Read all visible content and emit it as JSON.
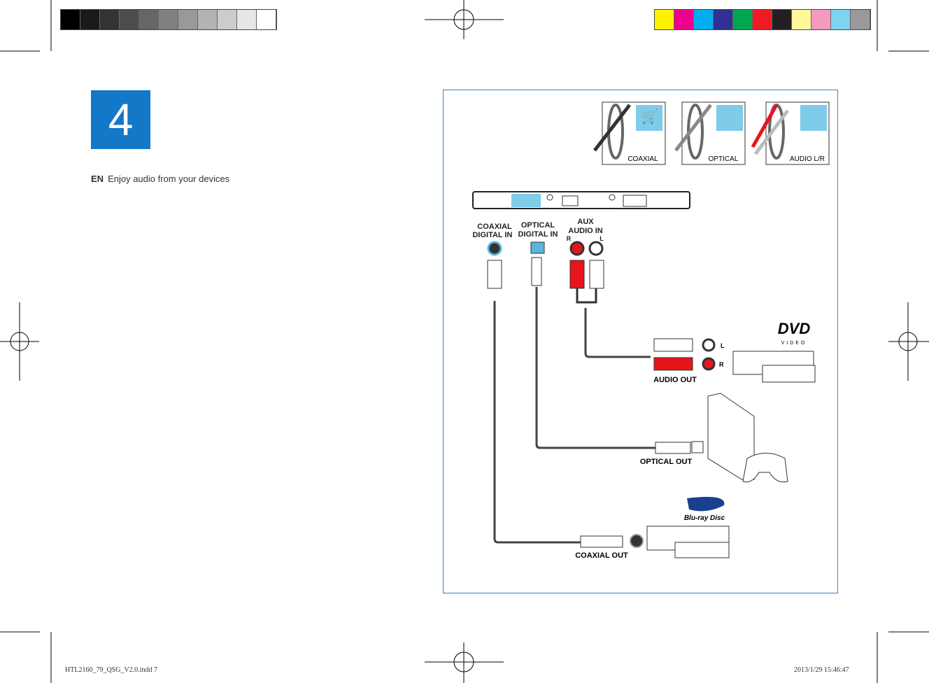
{
  "color_bars": {
    "grayscale": [
      "#000000",
      "#1a1a1a",
      "#333333",
      "#4d4d4d",
      "#666666",
      "#808080",
      "#999999",
      "#b3b3b3",
      "#cccccc",
      "#e6e6e6",
      "#ffffff"
    ],
    "process": [
      "#fff200",
      "#ec008c",
      "#00aeef",
      "#2e3192",
      "#00a651",
      "#ed1c24",
      "#231f20",
      "#fff799",
      "#f49ac1",
      "#7dd3f0",
      "#999999"
    ]
  },
  "step": {
    "number": "4",
    "lang": "EN",
    "caption": "Enjoy audio from your devices"
  },
  "cables": [
    {
      "label": "COAXIAL"
    },
    {
      "label": "OPTICAL"
    },
    {
      "label": "AUDIO L/R"
    }
  ],
  "soundbar_ports": {
    "coaxial": [
      "COAXIAL",
      "DIGITAL IN"
    ],
    "optical": [
      "OPTICAL",
      "DIGITAL IN"
    ],
    "aux": [
      "AUX",
      "AUDIO IN"
    ],
    "r": "R",
    "l": "L"
  },
  "devices": {
    "dvd": {
      "logo": "DVD",
      "sub": "VIDEO",
      "out_label": "AUDIO OUT",
      "l": "L",
      "r": "R"
    },
    "console": {
      "out_label": "OPTICAL OUT"
    },
    "bluray": {
      "logo": "Blu-ray Disc",
      "out_label": "COAXIAL OUT"
    }
  },
  "colors": {
    "accent": "#1478c8",
    "cart": "#7ecbea",
    "red": "#e8141c",
    "port_blue": "#5ab4e0"
  },
  "footer": {
    "file": "HTL2160_79_QSG_V2.0.indd   7",
    "date": "2013/1/29   15:46:47"
  }
}
